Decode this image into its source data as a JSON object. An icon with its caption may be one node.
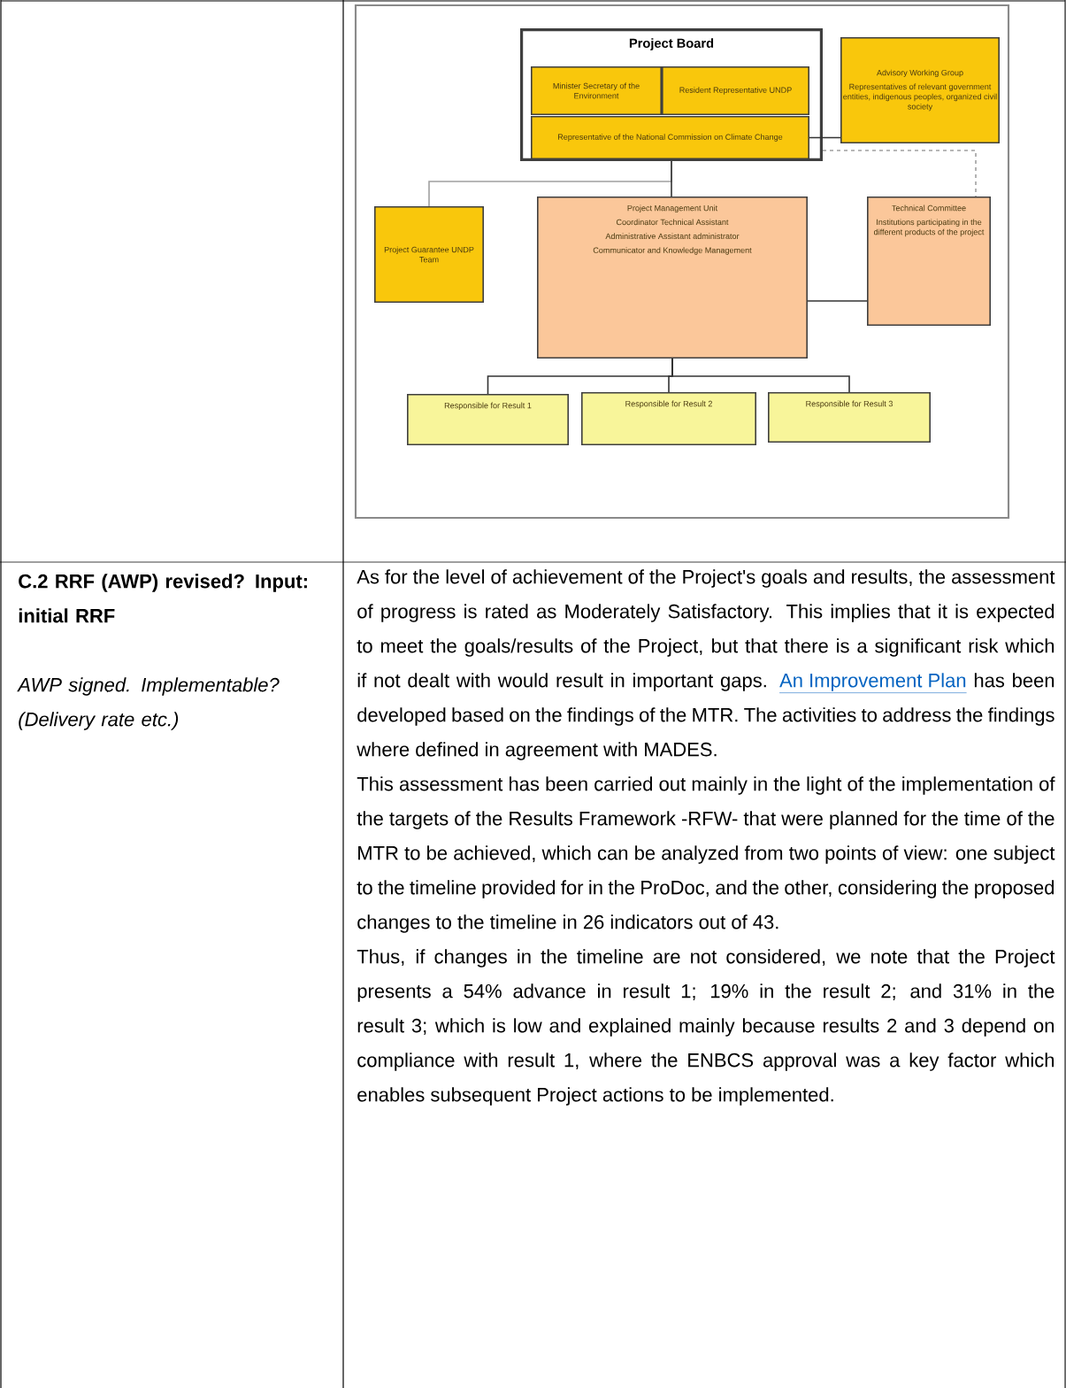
{
  "diagram": {
    "nodes": [
      {
        "text": [
          "Project Board"
        ]
      },
      {
        "text": [
          "Minister Secretary of the Environment"
        ],
        "in": 0
      },
      {
        "text": [
          "Resident Representative UNDP"
        ],
        "in": 0
      },
      {
        "text": [
          "Representative of the National Commission on Climate Change"
        ],
        "in": 0
      },
      {
        "text": [
          "Advisory Working Group",
          "Representatives of relevant government entities, indigenous peoples, organized civil society"
        ]
      },
      {
        "text": [
          "Project Guarantee UNDP Team"
        ]
      },
      {
        "text": [
          "Project Management Unit",
          "Coordinator Technical Assistant",
          "Administrative Assistant administrator",
          "Communicator and Knowledge Management"
        ]
      },
      {
        "text": [
          "Technical Committee",
          "Institutions participating in the different products of the project"
        ]
      },
      {
        "text": [
          "Responsible for Result 1"
        ]
      },
      {
        "text": [
          "Responsible for Result 2"
        ]
      },
      {
        "text": [
          "Responsible for Result 3"
        ]
      }
    ],
    "edges": [
      {
        "from": 3,
        "to": 4,
        "arrow": "none"
      },
      {
        "from": 0,
        "to": 5,
        "arrow": "none",
        "color": "#a0a0a0"
      },
      {
        "from": 0,
        "to": 6,
        "arrow": "none"
      },
      {
        "from": 0,
        "to": 7,
        "arrow": "none",
        "style": "dashed",
        "color": "#a0a0a0"
      },
      {
        "from": 6,
        "to": 7,
        "arrow": "none"
      },
      {
        "from": 6,
        "to": 8,
        "arrow": "none"
      },
      {
        "from": 6,
        "to": 9,
        "arrow": "none"
      },
      {
        "from": 6,
        "to": 10,
        "arrow": "none"
      }
    ],
    "labels": [
      "C.2 RRF (AWP) revised? Input: initial RRF",
      "AWP signed. Implementable? (Delivery rate etc.)",
      "As for the level of achievement of the Project's goals and results, the assessment of progress is rated as Moderately Satisfactory. This implies that it is expected to meet the goals/results of the Project, but that there is a significant risk which if not dealt with would result in important gaps.",
      "An Improvement Plan",
      "has been developed based on the findings of the MTR. The activities to address the findings where defined in agreement with MADES.",
      "This assessment has been carried out mainly in the light of the implementation of the targets of the Results Framework -RFW- that were planned for the time of the MTR to be achieved, which can be analyzed from two points of view: one subject to the timeline provided for in the ProDoc, and the other, considering the proposed changes to the timeline in 26 indicators out of 43.",
      "Thus, if changes in the timeline are not considered, we note that the Project presents a 54% advance in result 1; 19% in the result 2; and 31% in the result 3; which is low and explained mainly because results 2 and 3 depend on compliance with result 1, where the ENBCS approval was a key factor which enables subsequent Project actions to be implemented."
    ]
  }
}
